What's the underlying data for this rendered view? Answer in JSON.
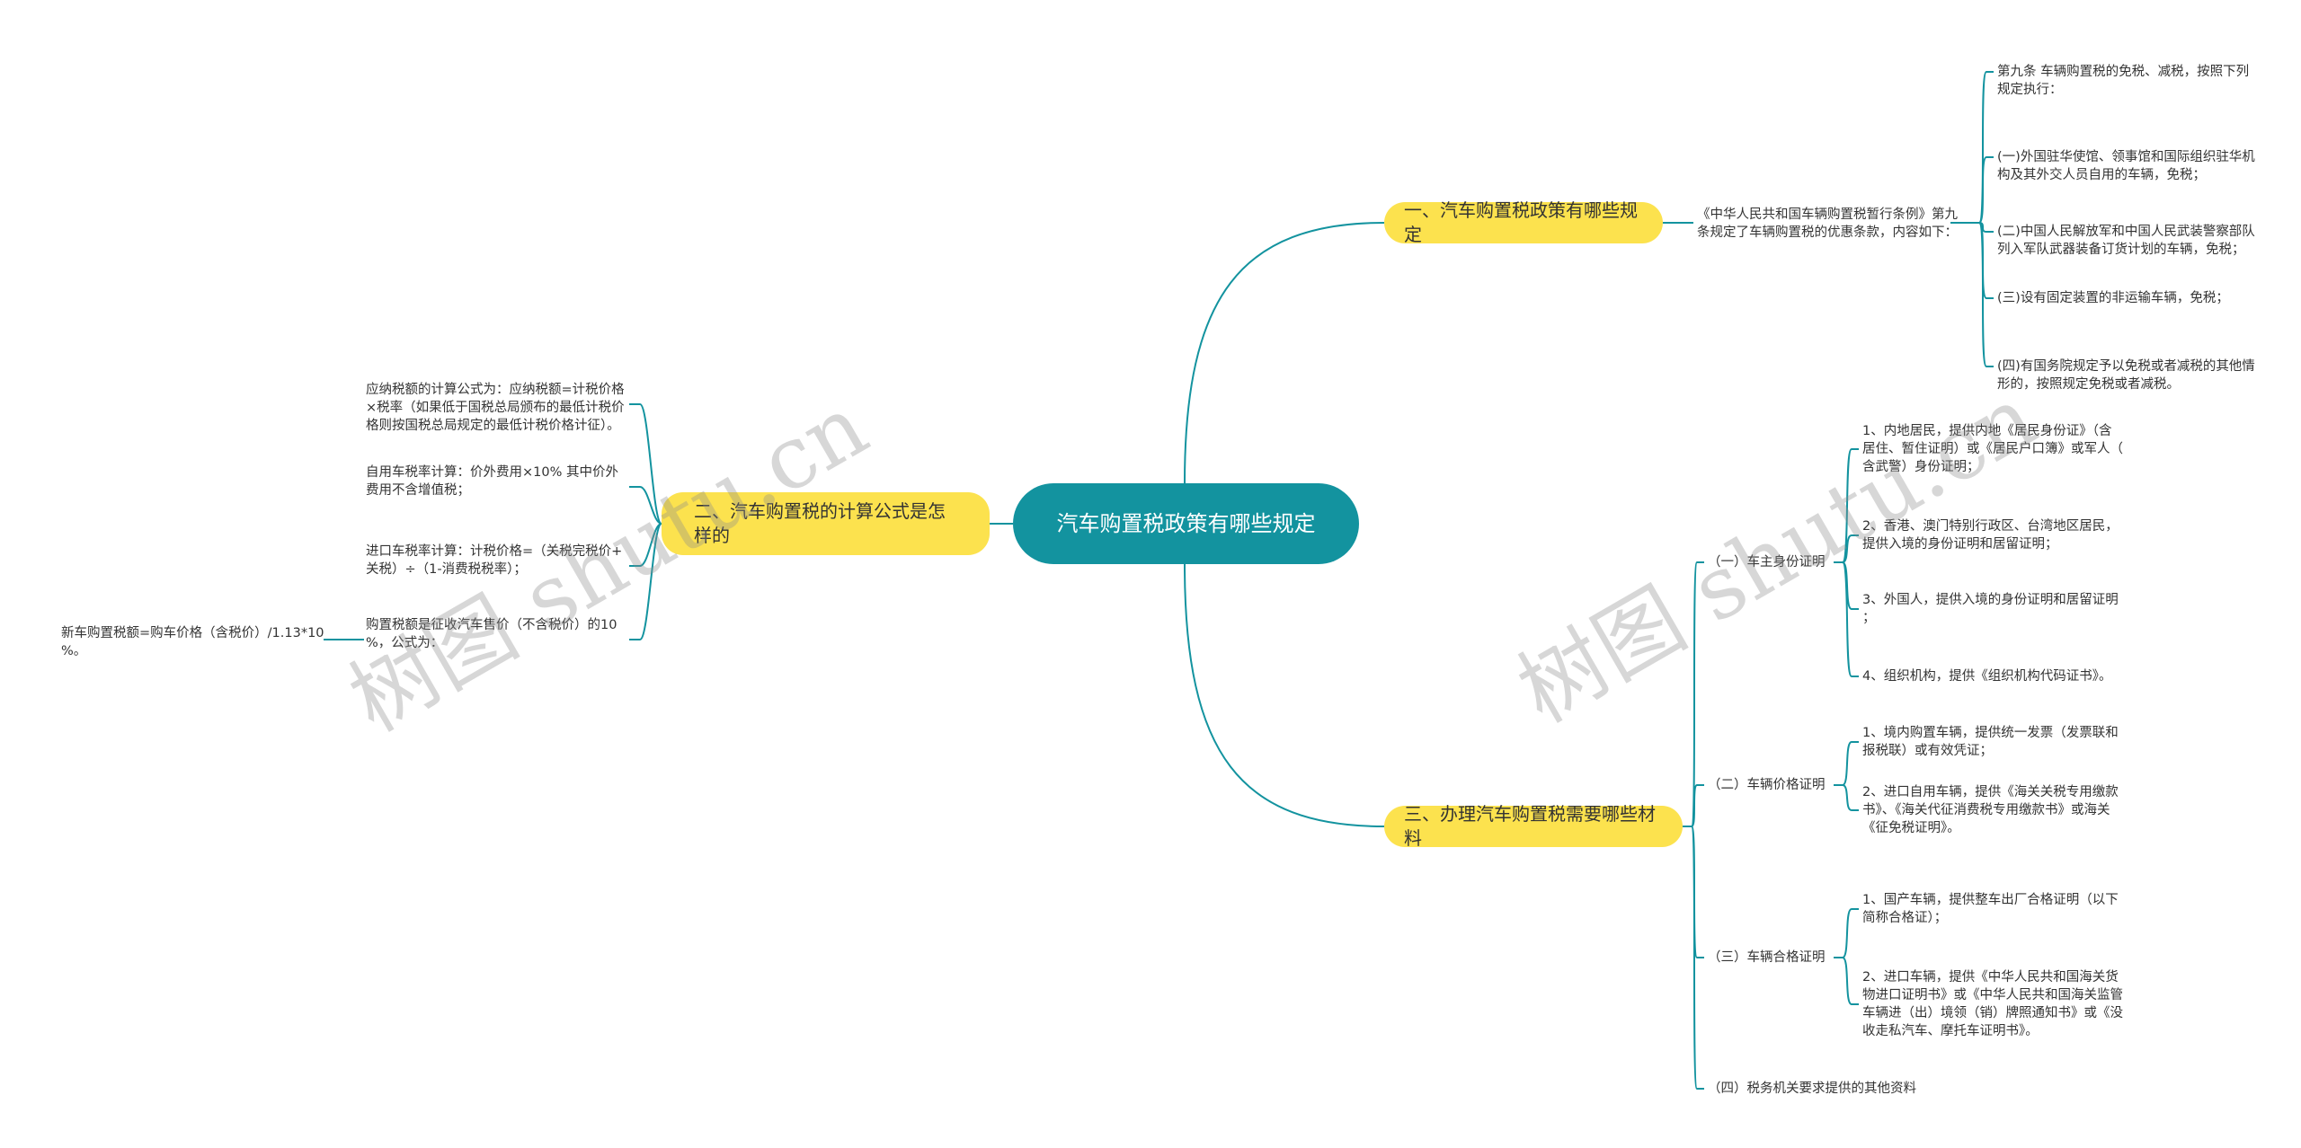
{
  "root": {
    "label": "汽车购置税政策有哪些规定"
  },
  "branch1": {
    "label": "一、汽车购置税政策有哪些规定",
    "intro": [
      "《中华人民共和国车辆购置税暂行条例》第九",
      "条规定了车辆购置税的优惠条款，内容如下："
    ],
    "items": [
      [
        "第九条 车辆购置税的免税、减税，按照下列",
        "规定执行："
      ],
      [
        "(一)外国驻华使馆、领事馆和国际组织驻华机",
        "构及其外交人员自用的车辆，免税；"
      ],
      [
        "(二)中国人民解放军和中国人民武装警察部队",
        "列入军队武器装备订货计划的车辆，免税；"
      ],
      [
        "(三)设有固定装置的非运输车辆，免税；"
      ],
      [
        "(四)有国务院规定予以免税或者减税的其他情",
        "形的，按照规定免税或者减税。"
      ]
    ]
  },
  "branch2": {
    "label": "二、汽车购置税的计算公式是怎样的",
    "items": [
      [
        "应纳税额的计算公式为：应纳税额=计税价格",
        "×税率（如果低于国税总局颁布的最低计税价",
        "格则按国税总局规定的最低计税价格计征）。"
      ],
      [
        "自用车税率计算：价外费用×10% 其中价外",
        "费用不含增值税；"
      ],
      [
        "进口车税率计算：计税价格=（关税完税价+",
        "关税）÷（1-消费税税率）；"
      ],
      [
        "购置税额是征收汽车售价（不含税价）的10",
        "%，公式为："
      ]
    ],
    "sub_item": [
      "新车购置税额=购车价格（含税价）/1.13*10",
      "%。"
    ]
  },
  "branch3": {
    "label": "三、办理汽车购置税需要哪些材料",
    "groups": [
      {
        "label": "（一）车主身份证明",
        "items": [
          [
            "1、内地居民，提供内地《居民身份证》（含",
            "居住、暂住证明）或《居民户口簿》或军人（",
            "含武警）身份证明；"
          ],
          [
            "2、香港、澳门特别行政区、台湾地区居民，",
            "提供入境的身份证明和居留证明；"
          ],
          [
            "3、外国人，提供入境的身份证明和居留证明",
            "；"
          ],
          [
            "4、组织机构，提供《组织机构代码证书》。"
          ]
        ]
      },
      {
        "label": "（二）车辆价格证明",
        "items": [
          [
            "1、境内购置车辆，提供统一发票（发票联和",
            "报税联）或有效凭证；"
          ],
          [
            "2、进口自用车辆，提供《海关关税专用缴款",
            "书》、《海关代征消费税专用缴款书》或海关",
            "《征免税证明》。"
          ]
        ]
      },
      {
        "label": "（三）车辆合格证明",
        "items": [
          [
            "1、国产车辆，提供整车出厂合格证明（以下",
            "简称合格证）；"
          ],
          [
            "2、进口车辆，提供《中华人民共和国海关货",
            "物进口证明书》或《中华人民共和国海关监管",
            "车辆进（出）境领（销）牌照通知书》或《没",
            "收走私汽车、摩托车证明书》。"
          ]
        ]
      },
      {
        "label": "（四）税务机关要求提供的其他资料",
        "items": []
      }
    ]
  },
  "watermarks": [
    "树图 shutu.cn",
    "树图 shutu.cn"
  ],
  "colors": {
    "line": "#13939f",
    "root": "#13939f",
    "branch": "#fce24e",
    "text": "#333333"
  }
}
